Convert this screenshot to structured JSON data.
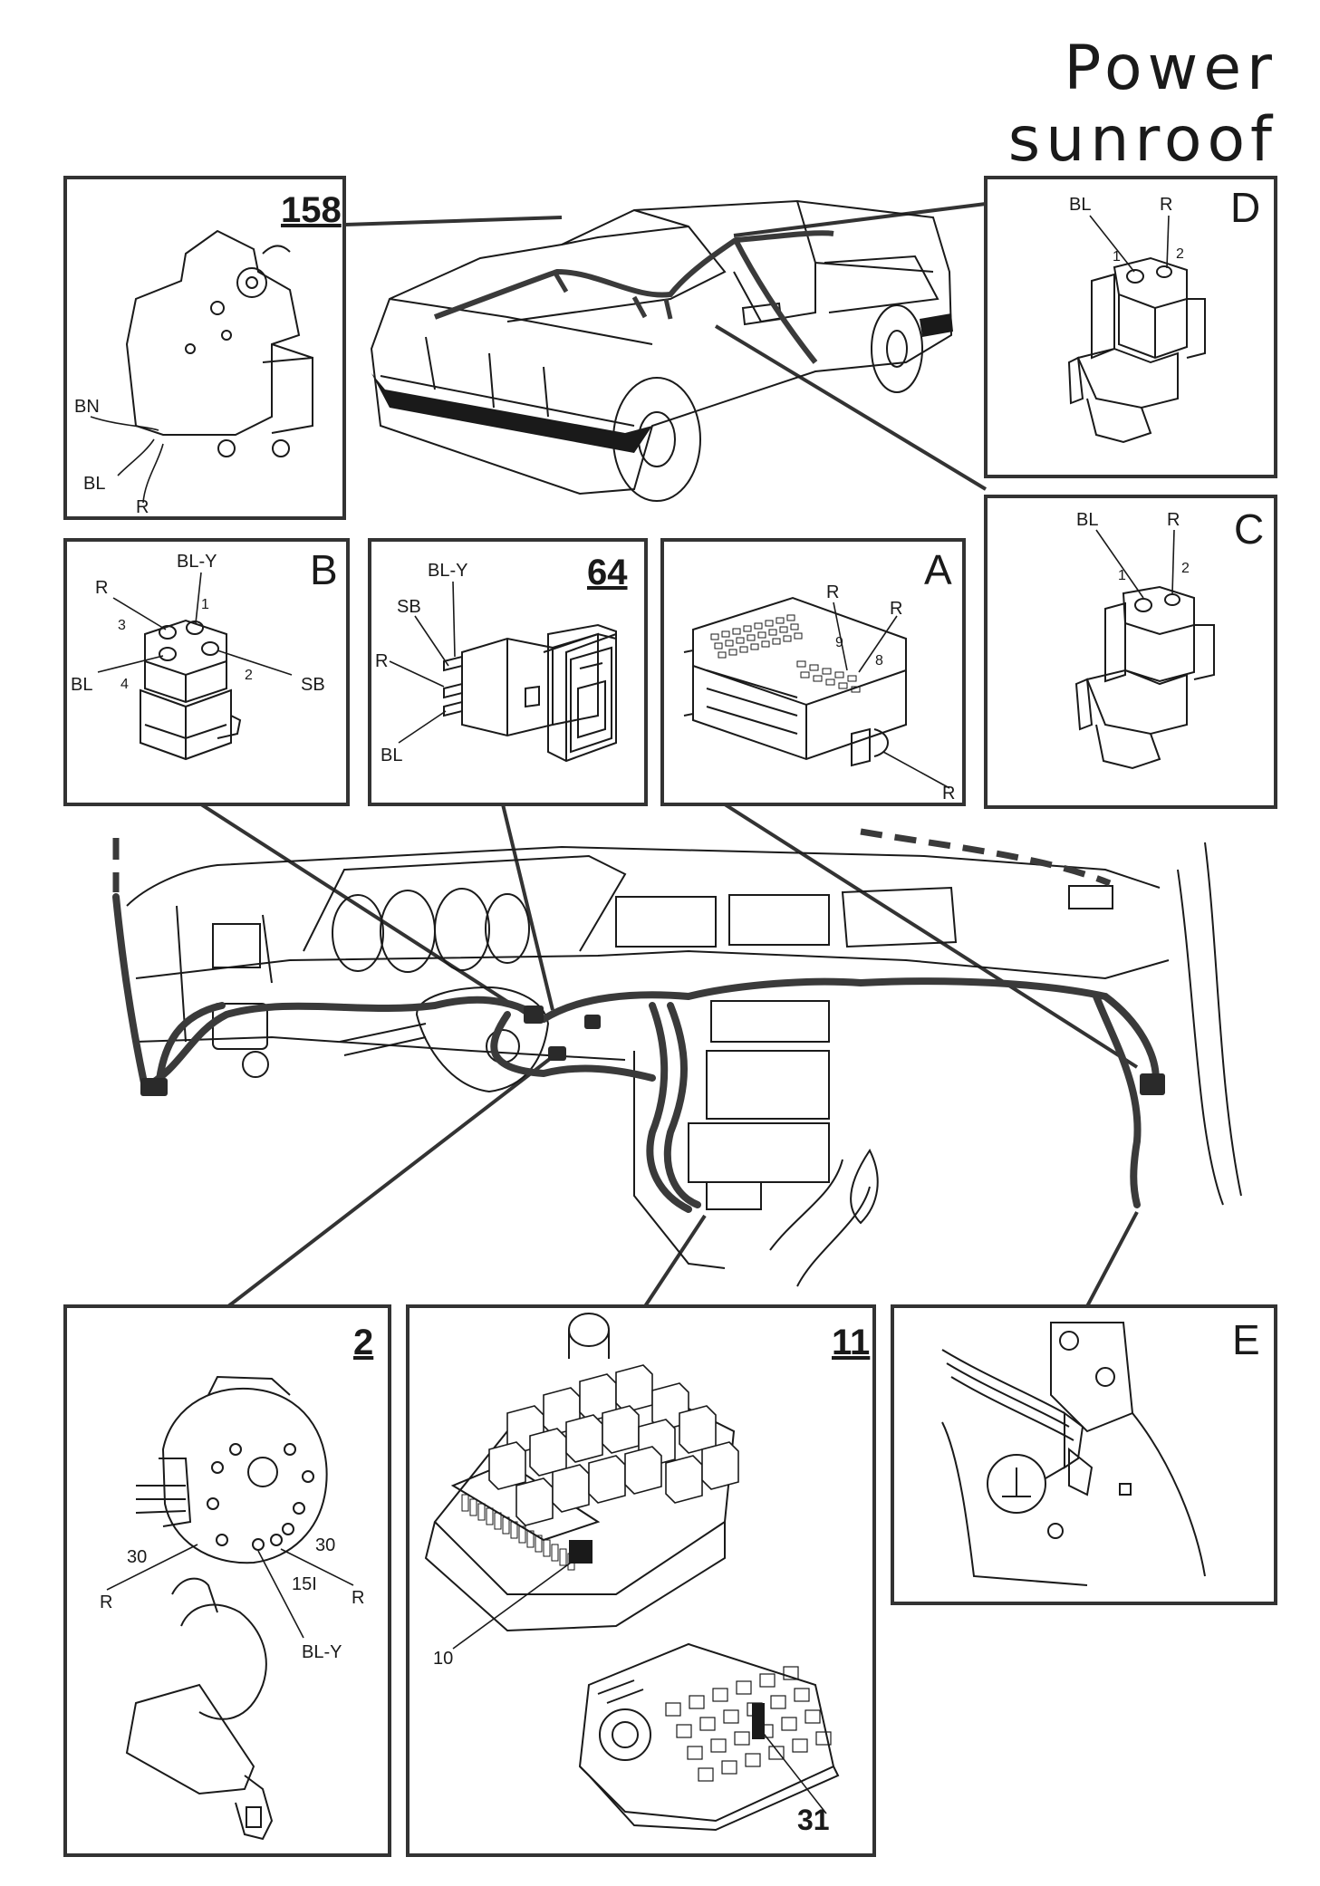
{
  "title": "Power sunroof",
  "colors": {
    "ink": "#1a1a1a",
    "frame": "#333333",
    "harness": "#3a3a3a",
    "background": "#ffffff"
  },
  "panels": {
    "p158": {
      "id": "158",
      "wires": [
        "BN",
        "BL",
        "R"
      ]
    },
    "pD": {
      "id": "D",
      "wires": [
        "BL",
        "R"
      ],
      "pins": [
        "1",
        "2"
      ]
    },
    "pC": {
      "id": "C",
      "wires": [
        "BL",
        "R"
      ],
      "pins": [
        "1",
        "2"
      ]
    },
    "pB": {
      "id": "B",
      "wires": [
        "R",
        "BL-Y",
        "BL",
        "SB"
      ],
      "pins": [
        "3",
        "1",
        "4",
        "2"
      ]
    },
    "p64": {
      "id": "64",
      "wires": [
        "BL-Y",
        "SB",
        "R",
        "BL"
      ]
    },
    "pA": {
      "id": "A",
      "wires": [
        "R",
        "R",
        "R"
      ],
      "pins": [
        "9",
        "8"
      ]
    },
    "p2": {
      "id": "2",
      "wires": [
        "R",
        "R",
        "BL-Y"
      ],
      "pins": [
        "30",
        "30",
        "15I"
      ]
    },
    "p11": {
      "id": "11",
      "pins": [
        "10",
        "31"
      ]
    },
    "pE": {
      "id": "E"
    }
  }
}
